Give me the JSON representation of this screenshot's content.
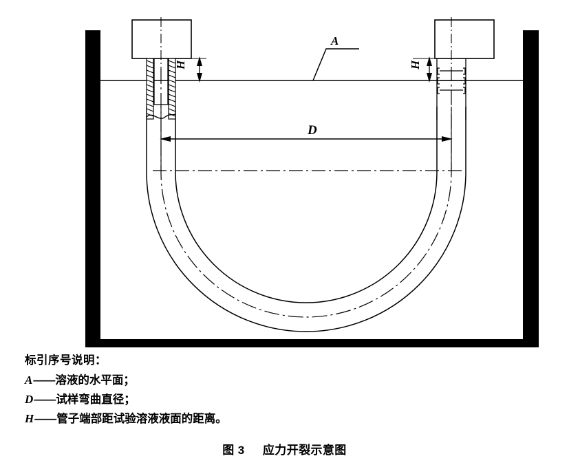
{
  "figure": {
    "caption_number": "图 3",
    "caption_title": "应力开裂示意图",
    "subject": "U-bend tube stress cracking test apparatus immersed in solution"
  },
  "legend": {
    "title": "标引序号说明：",
    "items": [
      {
        "symbol": "A",
        "dash": "——",
        "text": "溶液的水平面；"
      },
      {
        "symbol": "D",
        "dash": "——",
        "text": "试样弯曲直径；"
      },
      {
        "symbol": "H",
        "dash": "——",
        "text": "管子端部距试验溶液液面的距离。"
      }
    ]
  },
  "diagram": {
    "labels": {
      "water_level": "A",
      "bend_diameter": "D",
      "height_left": "H",
      "height_right": "H"
    },
    "colors": {
      "ink": "#000000",
      "container_fill": "#000000",
      "background": "#ffffff"
    },
    "parts": {
      "container": "solution-tank",
      "water_line": "solution-surface-line",
      "left_fitting": "threaded-end-cap-left",
      "right_fitting": "clamped-end-cap-right",
      "specimen": "u-bend-tube-specimen",
      "centerline": "tube-axis-centerline"
    }
  }
}
